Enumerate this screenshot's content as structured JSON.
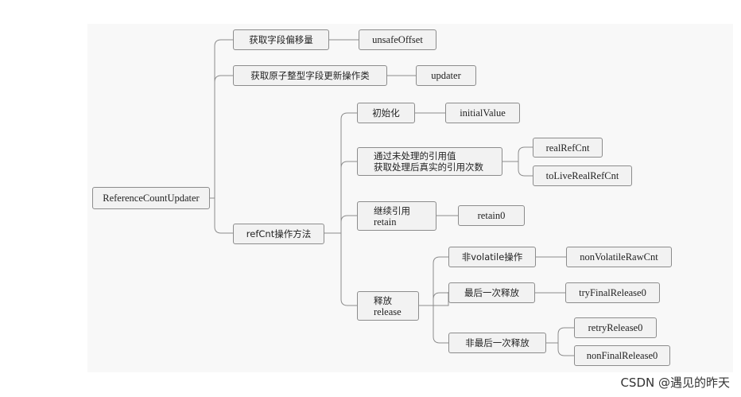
{
  "root": {
    "label": "ReferenceCountUpdater"
  },
  "branches": {
    "offset": {
      "label": "获取字段偏移量",
      "child": "unsafeOffset"
    },
    "updater": {
      "label": "获取原子整型字段更新操作类",
      "child": "updater"
    },
    "refcnt": {
      "label": "refCnt操作方法",
      "init": {
        "label": "初始化",
        "child": "initialValue"
      },
      "real": {
        "line1": "通过未处理的引用值",
        "line2": "获取处理后真实的引用次数",
        "children": [
          "realRefCnt",
          "toLiveRealRefCnt"
        ]
      },
      "retain": {
        "line1": "继续引用",
        "line2": "retain",
        "child": "retain0"
      },
      "release": {
        "line1": "释放",
        "line2": "release",
        "nonvolatile": {
          "label": "非volatile操作",
          "child": "nonVolatileRawCnt"
        },
        "final": {
          "label": "最后一次释放",
          "child": "tryFinalRelease0"
        },
        "nonfinal": {
          "label": "非最后一次释放",
          "children": [
            "retryRelease0",
            "nonFinalRelease0"
          ]
        }
      }
    }
  },
  "watermark": "CSDN @遇见的昨天",
  "colors": {
    "node_fill": "#f2f2f2",
    "node_border": "#8c8c8c",
    "link": "#8c8c8c"
  }
}
